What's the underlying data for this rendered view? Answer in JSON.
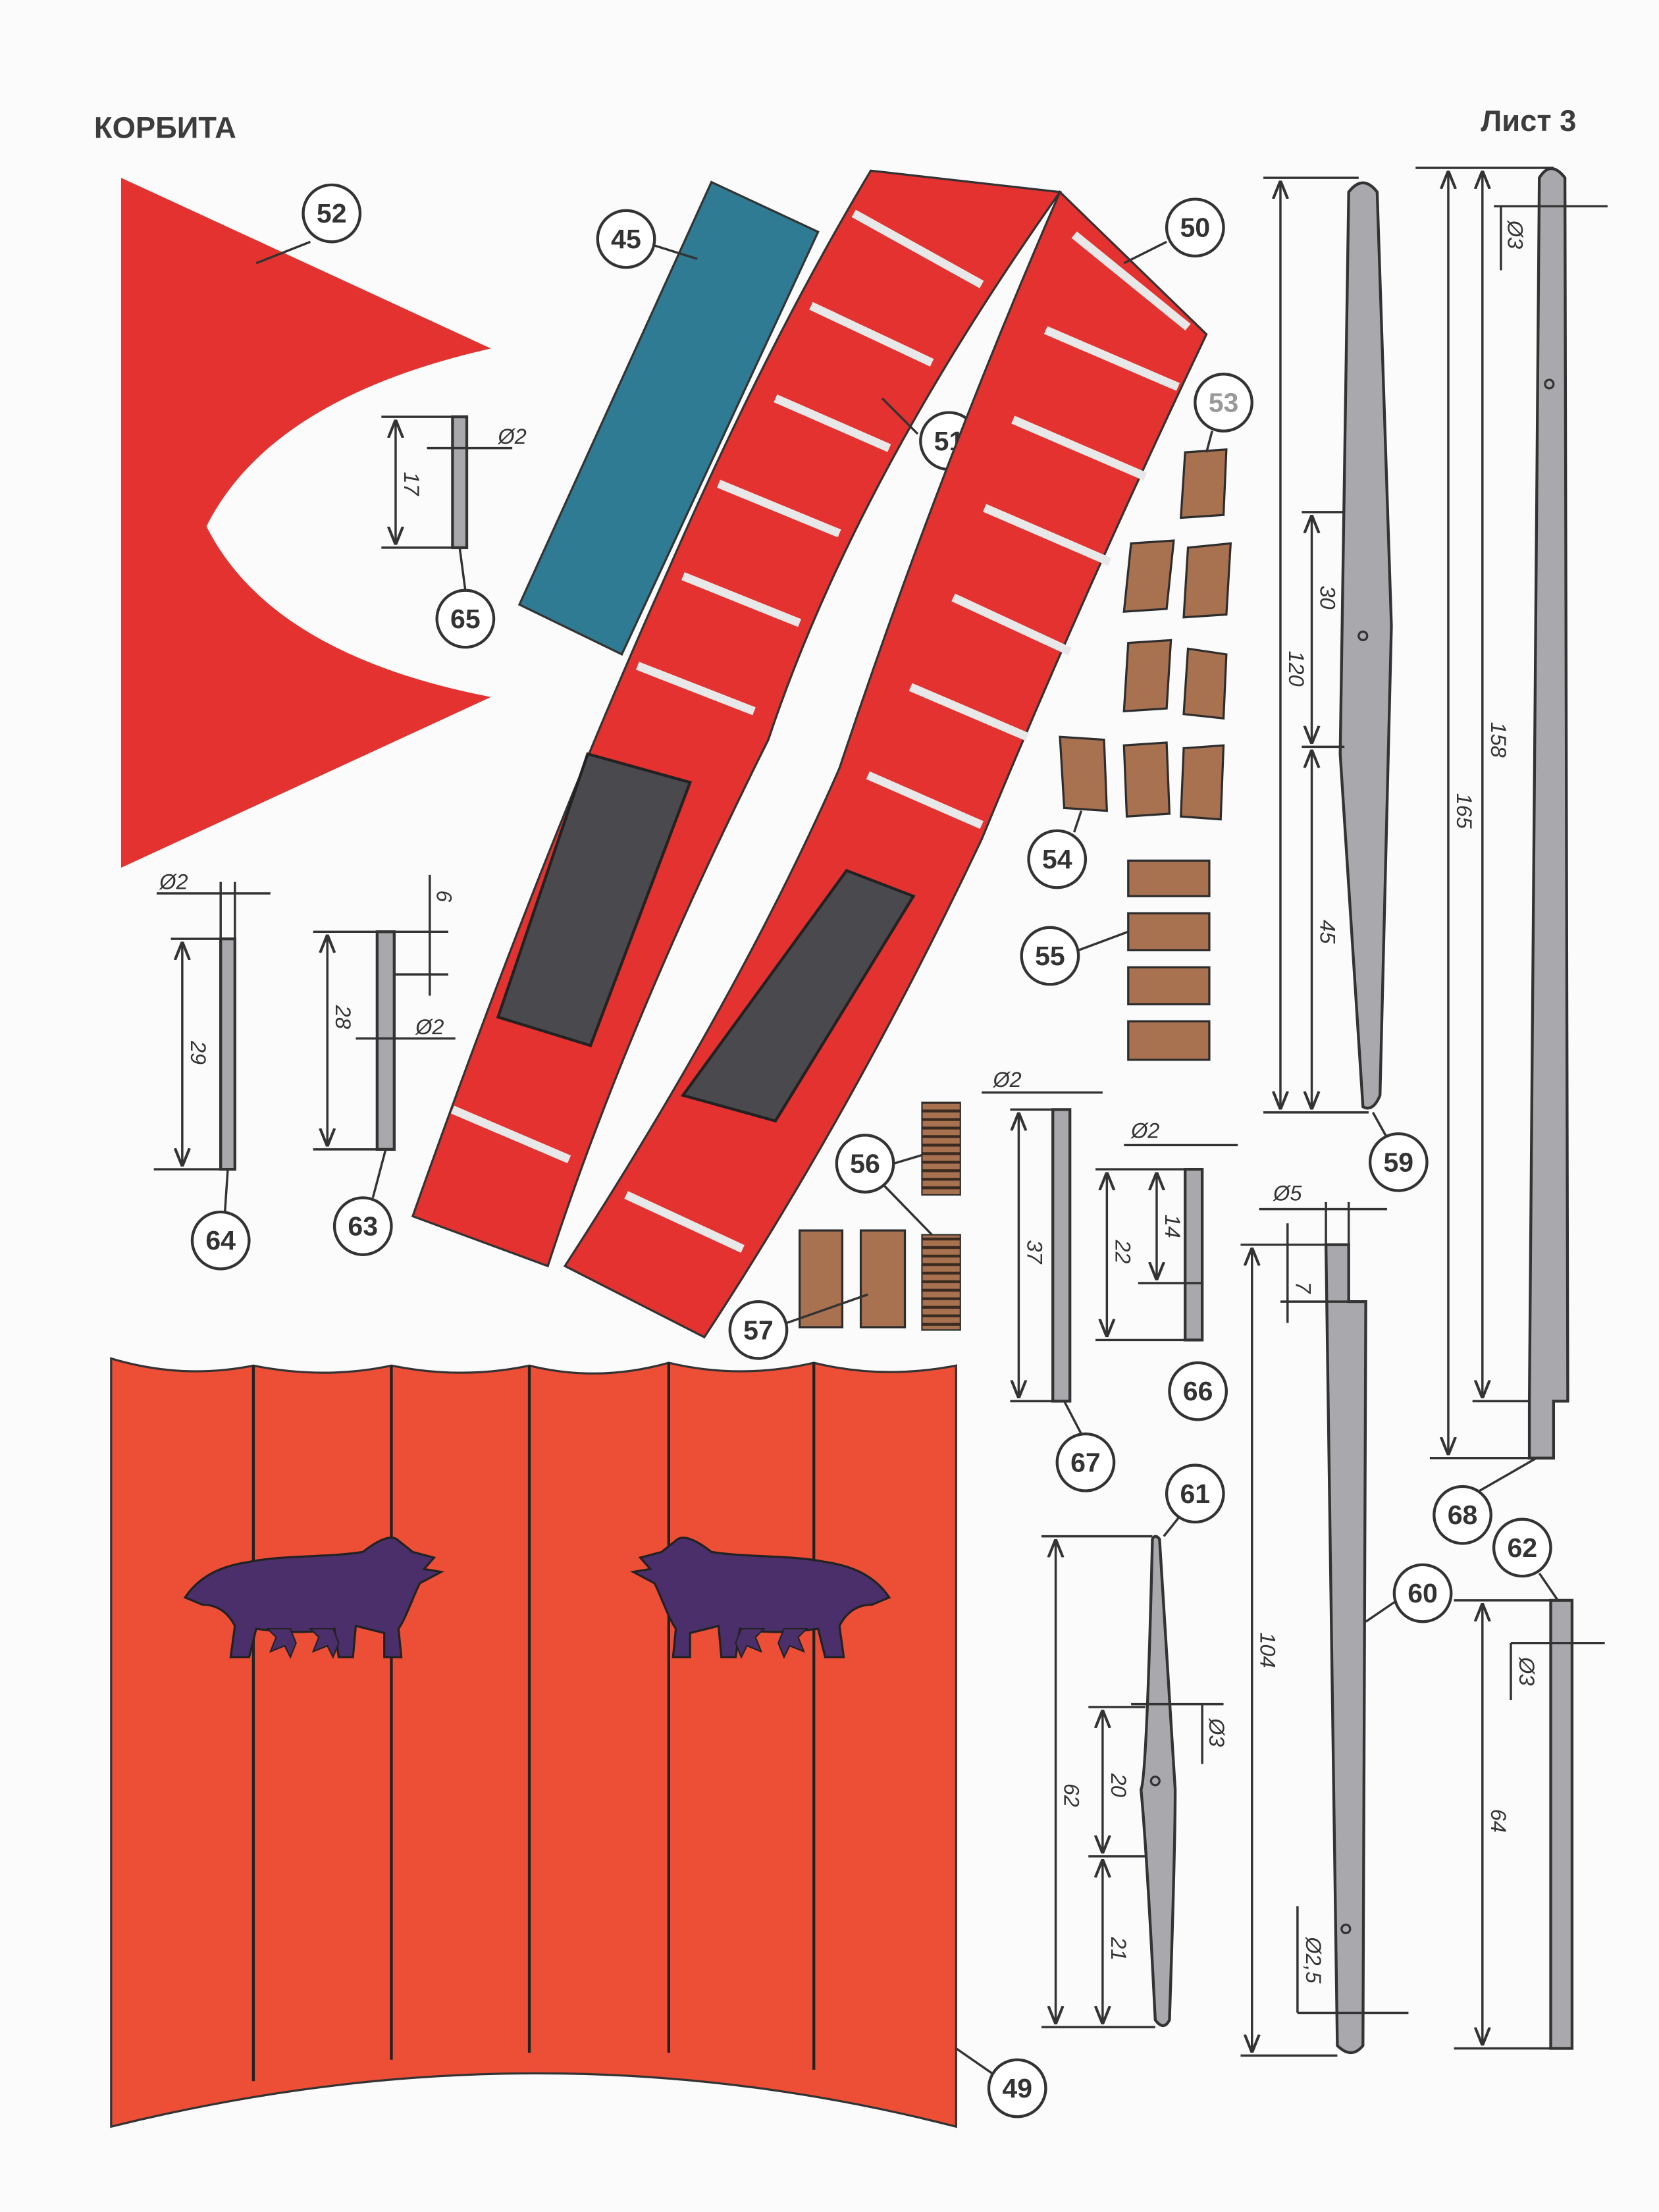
{
  "header": {
    "title": "КОРБИТА",
    "sheet": "Лист 3"
  },
  "colors": {
    "red": "#e3322f",
    "blue": "#2f7b93",
    "gray_rod": "#a9a9ad",
    "brown": "#a8714f",
    "sail": "#ec4f36",
    "wolf": "#4a2f6b",
    "lattice": "#4a4a4e"
  },
  "parts": {
    "p45": "45",
    "p49": "49",
    "p50": "50",
    "p51": "51",
    "p52": "52",
    "p53": "53",
    "p54": "54",
    "p55": "55",
    "p56": "56",
    "p57": "57",
    "p59": "59",
    "p60": "60",
    "p61": "61",
    "p62": "62",
    "p63": "63",
    "p64": "64",
    "p65": "65",
    "p66": "66",
    "p67": "67",
    "p68": "68"
  },
  "dimensions": {
    "p65": {
      "length": "17",
      "dia": "Ø2"
    },
    "p64": {
      "length": "29",
      "dia": "Ø2"
    },
    "p63": {
      "length": "28",
      "top": "6",
      "dia": "Ø2"
    },
    "p67": {
      "length": "37",
      "dia": "Ø2"
    },
    "p66": {
      "length": "22",
      "inner": "14",
      "dia": "Ø2"
    },
    "p59": {
      "length": "120",
      "mid": "30",
      "lower": "45"
    },
    "p68": {
      "length": "165",
      "inner": "158",
      "dia": "Ø3"
    },
    "p60": {
      "length": "104",
      "top": "7",
      "dia": "Ø5",
      "hole": "Ø2,5"
    },
    "p61": {
      "length": "62",
      "upper": "20",
      "lower": "21",
      "dia": "Ø3"
    },
    "p62": {
      "length": "64",
      "dia": "Ø3"
    }
  }
}
